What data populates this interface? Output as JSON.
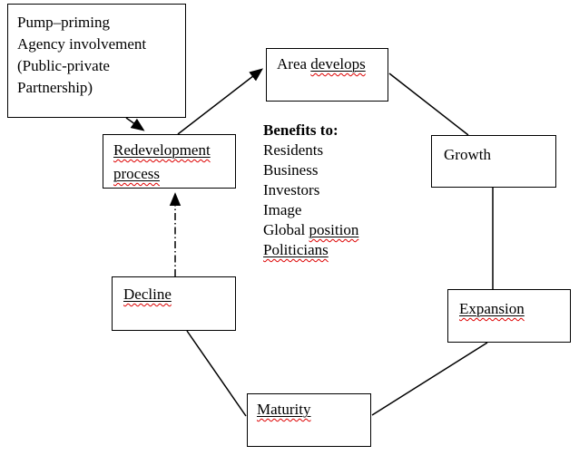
{
  "nodes": {
    "pump_priming": {
      "lines": [
        "Pump–priming",
        "Agency involvement",
        "(Public-private",
        "Partnership)"
      ]
    },
    "redevelopment_process": {
      "word1": "Redevelopment",
      "word2": "process"
    },
    "area_develops": {
      "prefix": "Area ",
      "underlined": "develops"
    },
    "growth": {
      "label": "Growth"
    },
    "expansion": {
      "label": "Expansion"
    },
    "maturity": {
      "label": "Maturity"
    },
    "decline": {
      "label": "Decline"
    }
  },
  "benefits": {
    "title": "Benefits to:",
    "items": [
      "Residents",
      "Business",
      "Investors",
      "Image"
    ],
    "global_prefix": "Global ",
    "global_underlined": "position",
    "last_item": "Politicians"
  },
  "colors": {
    "stroke": "#000000",
    "spellcheck_squiggle": "#dd0000",
    "background": "#ffffff"
  }
}
